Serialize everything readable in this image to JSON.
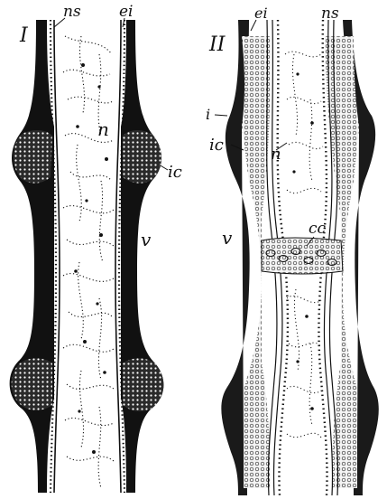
{
  "panels": [
    {
      "id": "I",
      "numeral": "I",
      "labels": {
        "ns": "ns",
        "ei": "ei",
        "n": "n",
        "ic": "ic",
        "v": "v"
      }
    },
    {
      "id": "II",
      "numeral": "II",
      "labels": {
        "ei": "ei",
        "ns": "ns",
        "i": "i",
        "ic": "ic",
        "n": "n",
        "v": "v",
        "cc": "cc"
      }
    }
  ],
  "colors": {
    "ink": "#111111",
    "tissue_dark": "#1a1a1a",
    "tissue_light": "#cfcfcf",
    "paper": "#ffffff"
  }
}
